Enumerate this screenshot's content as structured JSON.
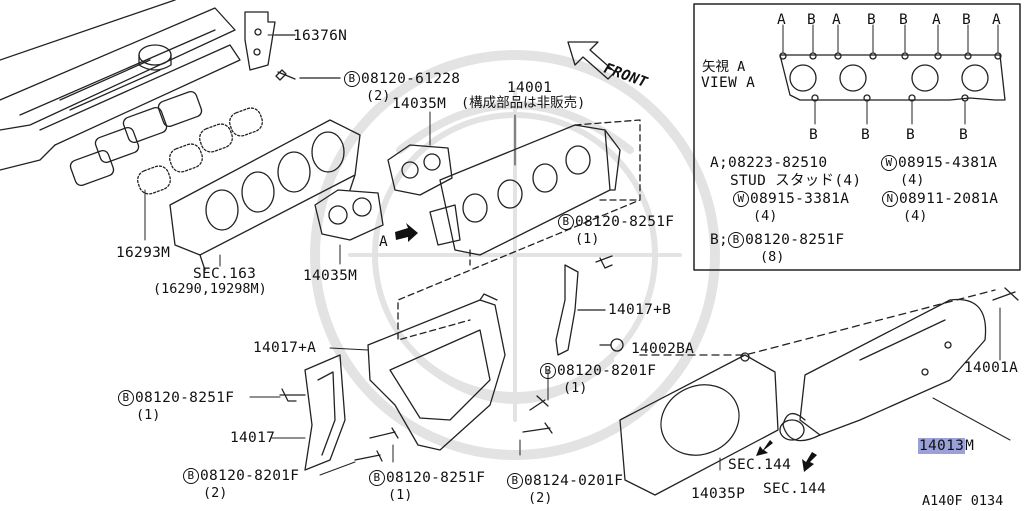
{
  "parts": {
    "p16376N": "16376N",
    "bolt_61228": "08120-61228",
    "qty_61228": "(2)",
    "p14035M_top": "14035M",
    "p14001": "14001",
    "note_14001": "(構成部品は非販売)",
    "front": "FRONT",
    "p16293M": "16293M",
    "sec163": "SEC.163",
    "sec163_sub": "(16290,19298M)",
    "p14035M_bottom": "14035M",
    "view_arrow": "A",
    "bolt_8251F_top": "08120-8251F",
    "qty_8251F_top": "(1)",
    "p14017B": "14017+B",
    "p14017A": "14017+A",
    "p14002BA": "14002BA",
    "bolt_8201F_mid": "08120-8201F",
    "qty_8201F_mid": "(1)",
    "bolt_8251F_left": "08120-8251F",
    "qty_8251F_left": "(1)",
    "p14017": "14017",
    "bolt_8201F_bottom": "08120-8201F",
    "qty_8201F_bottom": "(2)",
    "bolt_8251F_bottom": "08120-8251F",
    "qty_8251F_bottom": "(1)",
    "bolt_0201F": "08124-0201F",
    "qty_0201F": "(2)",
    "p14035P": "14035P",
    "sec144_a": "SEC.144",
    "sec144_b": "SEC.144",
    "p14001A": "14001A",
    "p14013_hl": "14013",
    "p14013_rest": "M",
    "ref_code": "A140F 0134"
  },
  "inset": {
    "view_jp": "矢視 A",
    "view_en": "VIEW A",
    "top_letters": [
      "A",
      "B",
      "A",
      "B",
      "B",
      "A",
      "B",
      "A"
    ],
    "bottom_letters": [
      "B",
      "B",
      "B",
      "B"
    ],
    "legend_a1": "A;08223-82510",
    "legend_a2": "STUD スタッド(4)",
    "legend_w1": "08915-4381A",
    "legend_w1_qty": "(4)",
    "legend_w2": "08915-3381A",
    "legend_w2_qty": "(4)",
    "legend_n": "08911-2081A",
    "legend_n_qty": "(4)",
    "legend_b_prefix": "B;",
    "legend_b": "08120-8251F",
    "legend_b_qty": "(8)"
  },
  "symbols": {
    "bolt": "B",
    "washer": "W",
    "nut": "N"
  },
  "colors": {
    "highlight": "#9aa0d8",
    "ink": "#111111",
    "watermark": "#e2e2e2"
  }
}
